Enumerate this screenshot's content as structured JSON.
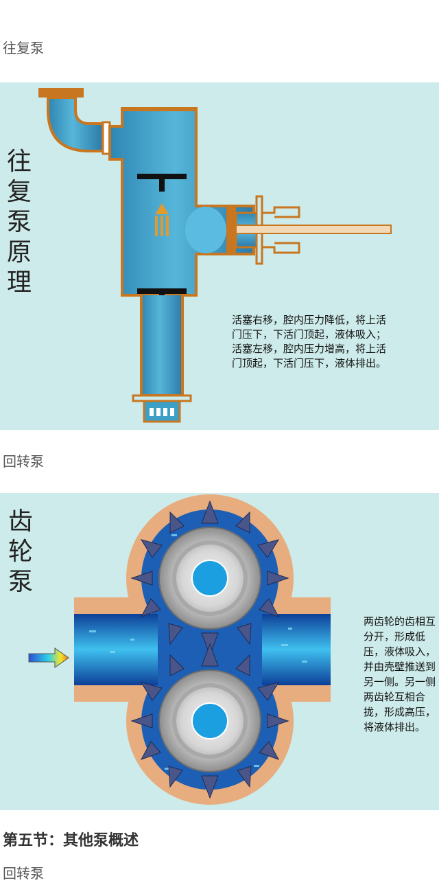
{
  "captions": {
    "first": "往复泵",
    "second": "回转泵",
    "third": "回转泵"
  },
  "section_heading": "第五节：其他泵概述",
  "reciprocating": {
    "title_chars": [
      "往",
      "复",
      "泵",
      "原",
      "理"
    ],
    "description_lines": [
      "活塞右移，腔内压力降低，将上活",
      "门压下，下活门顶起，液体吸入；",
      "活塞左移，腔内压力增高，将上活",
      "门顶起，下活门压下，液体排出。"
    ],
    "colors": {
      "background": "#cdebea",
      "pipe_outline": "#c8761f",
      "fluid": "#3c9fc6",
      "valve": "#111111"
    }
  },
  "gear_pump": {
    "title_chars": [
      "齿",
      "轮",
      "泵"
    ],
    "description": "两齿轮的齿相互分开，形成低压，液体吸入，并由壳壁推送到另一侧。另一侧两齿轮互相合拢，形成高压，将液体排出。",
    "colors": {
      "background": "#cdebea",
      "casing": "#e8ad7e",
      "fluid": "#1d5fb5",
      "teeth": "#4a568a",
      "gear_body": "#c9c9c9"
    }
  }
}
